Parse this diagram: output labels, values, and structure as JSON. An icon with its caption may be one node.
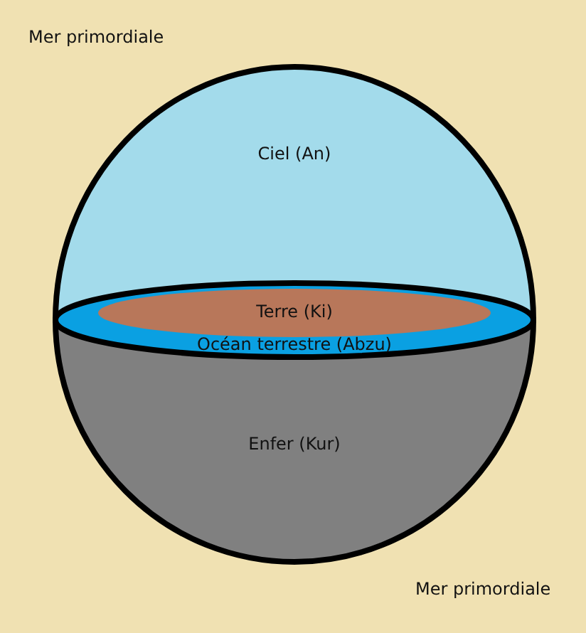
{
  "diagram": {
    "nodes": [
      {
        "text": [
          "Ciel (An)"
        ]
      },
      {
        "text": [
          "Océan terrestre (Abzu)"
        ]
      },
      {
        "text": [
          "Terre (Ki)"
        ],
        "in": 1
      },
      {
        "text": [
          "Enfer (Kur)"
        ]
      }
    ],
    "labels": [
      "Mer primordiale",
      "Mer primordiale"
    ]
  }
}
